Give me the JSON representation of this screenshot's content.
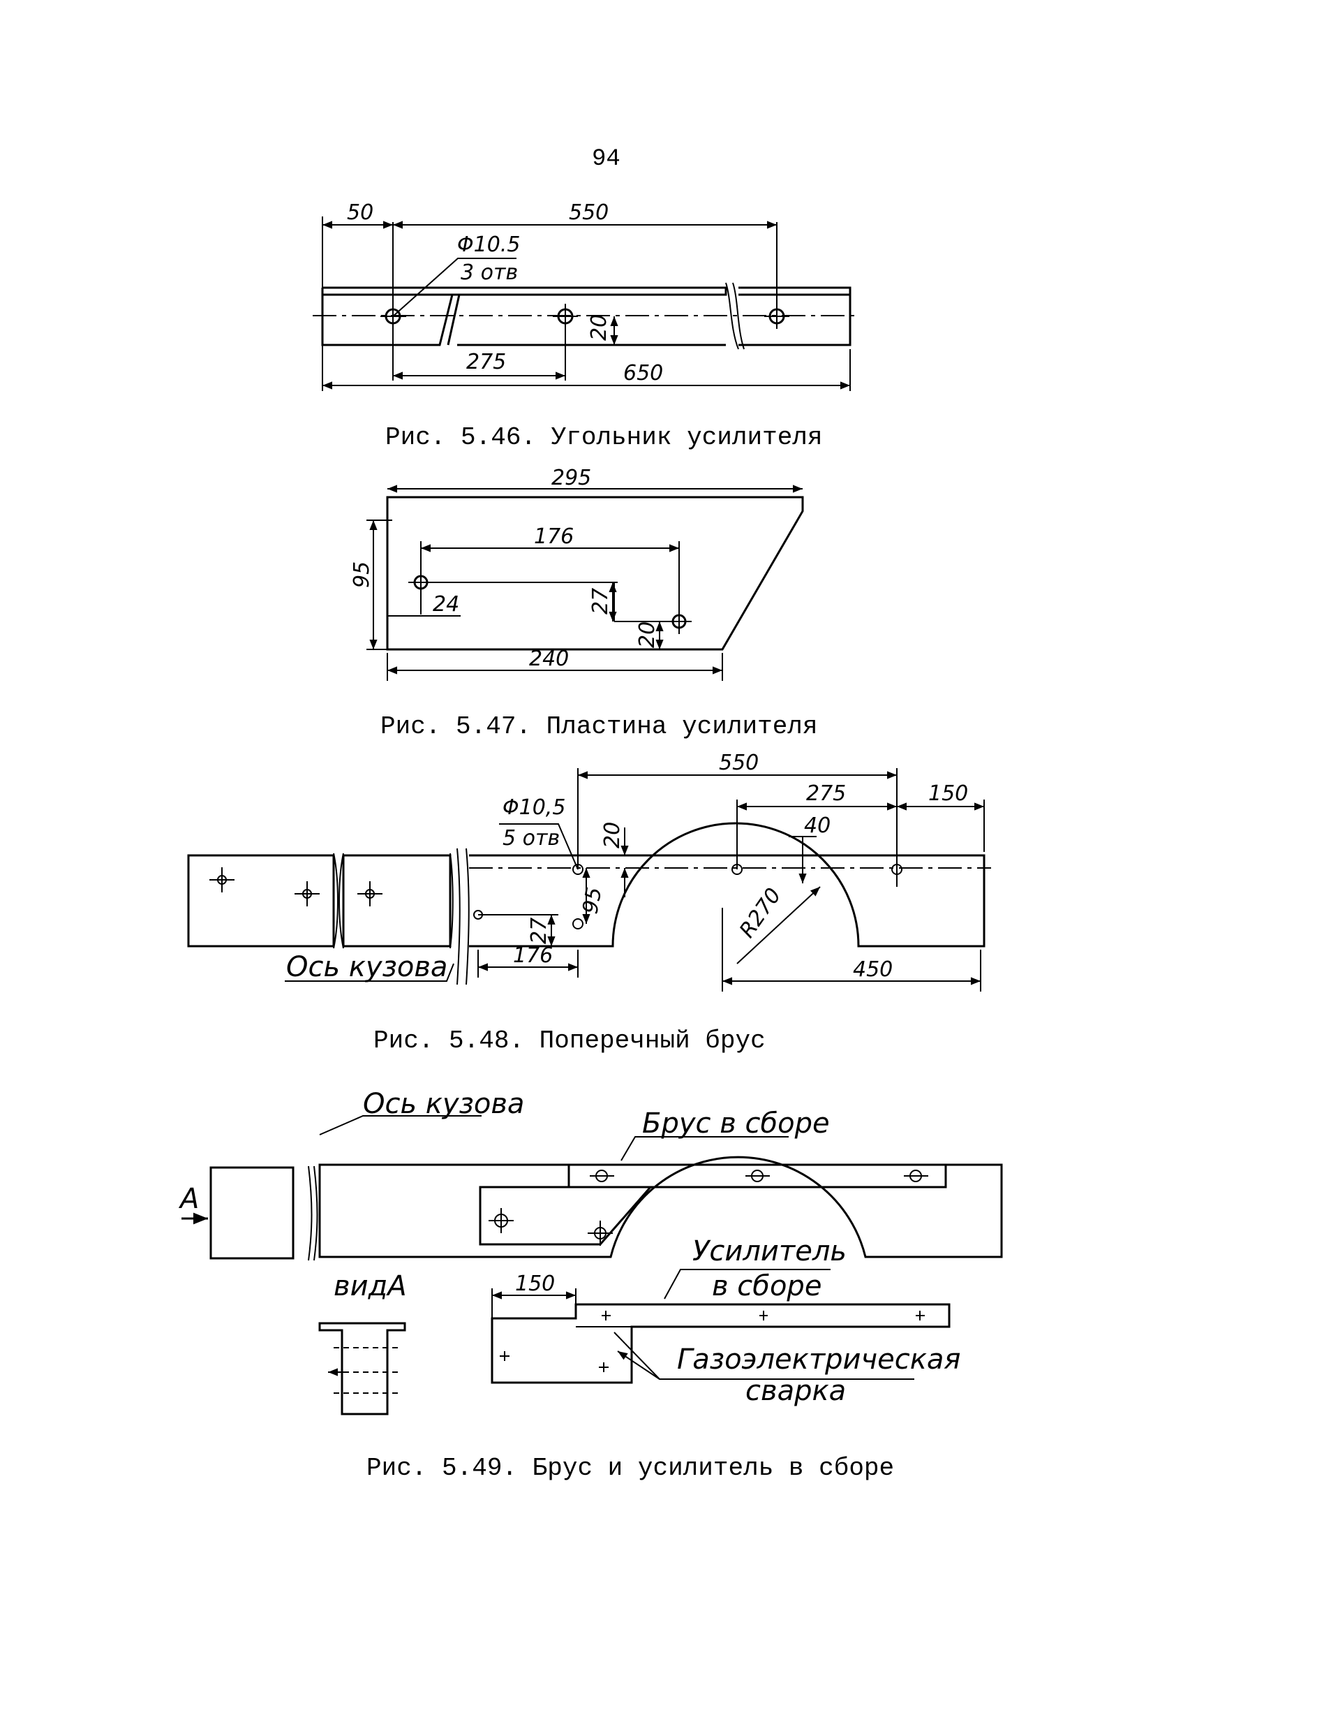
{
  "page": {
    "number": "94"
  },
  "fig546": {
    "caption": "Рис. 5.46.  Угольник усилителя",
    "dims": {
      "d50": "50",
      "d550": "550",
      "d275": "275",
      "d650": "650",
      "d20": "20"
    },
    "hole_note": {
      "dia": "Φ10.5",
      "count": "3 отв"
    }
  },
  "fig547": {
    "caption": "Рис. 5.47.  Пластина усилителя",
    "dims": {
      "d295": "295",
      "d176": "176",
      "d95": "95",
      "d24": "24",
      "d27": "27",
      "d20": "20",
      "d240": "240"
    }
  },
  "fig548": {
    "caption": "Рис. 5.48.  Поперечный брус",
    "dims": {
      "d550": "550",
      "d275": "275",
      "d150": "150",
      "d40": "40",
      "d20": "20",
      "d95": "95",
      "d27": "27",
      "d176": "176",
      "r270": "R270",
      "d450": "450"
    },
    "hole_note": {
      "dia": "Φ10,5",
      "count": "5 отв"
    },
    "axis_label": "Ось кузова"
  },
  "fig549": {
    "caption": "Рис. 5.49.  Брус и усилитель в сборе",
    "axis_label": "Ось кузова",
    "beam_label": "Брус в сборе",
    "view_arrow": "А",
    "view_label": "видА",
    "reinforcer_label_1": "Усилитель",
    "reinforcer_label_2": "в сборе",
    "weld_label_1": "Газоэлектрическая",
    "weld_label_2": "сварка",
    "dims": {
      "d150": "150"
    }
  }
}
